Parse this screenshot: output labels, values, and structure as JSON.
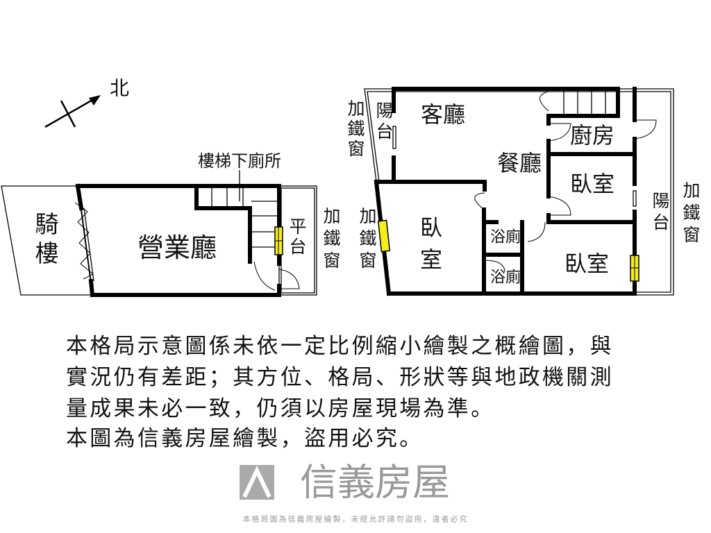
{
  "compass": {
    "north_label": "北"
  },
  "ground_floor": {
    "arcade": "騎樓",
    "business_hall": "營業廳",
    "toilet_under_stairs": "樓梯下廁所",
    "platform": "平台",
    "iron_window": "加鐵窗"
  },
  "upper_floor": {
    "iron_window_left": "加鐵窗",
    "balcony_left": "陽台",
    "living_room": "客廳",
    "dining_room": "餐廳",
    "kitchen": "廚房",
    "bedroom_1": "臥室",
    "balcony_right": "陽台",
    "iron_window_right": "加鐵窗",
    "iron_window_slanted": "加鐵窗",
    "bedroom_2": "臥室",
    "bathroom_1": "浴廁",
    "bathroom_2": "浴廁",
    "bedroom_3": "臥室"
  },
  "watermark": {
    "brand": "信義房屋",
    "notice": "本格局圖為信義房屋繪製，未經允許請勿盜用，違者必究"
  },
  "disclaimer": [
    "本格局示意圖係未依一定比例縮小繪製之概繪圖，與",
    "實況仍有差距；其方位、格局、形狀等與地政機關測",
    "量成果未必一致，仍須以房屋現場為準。",
    "本圖為信義房屋繪製，盜用必究。"
  ]
}
